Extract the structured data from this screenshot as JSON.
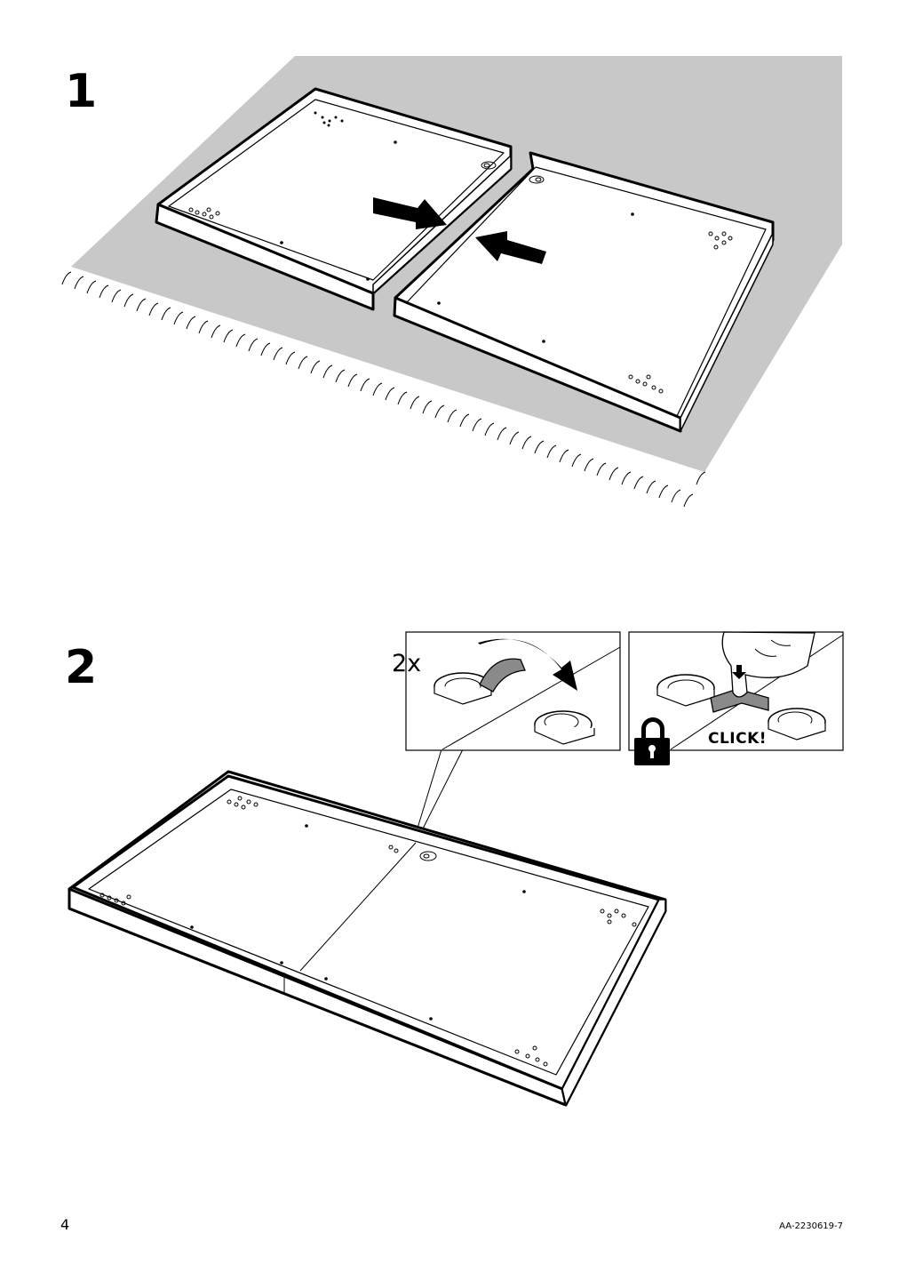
{
  "steps": [
    {
      "number": "1"
    },
    {
      "number": "2",
      "quantity": "2x",
      "sound_label": "CLICK!"
    }
  ],
  "footer": {
    "page_number": "4",
    "document_code": "AA-2230619-7"
  },
  "icons": [
    "arrow-right-icon",
    "arrow-left-icon",
    "rotate-arrow-icon",
    "lock-icon",
    "press-down-arrow-icon"
  ],
  "colors": {
    "rug": "#c8c8c8",
    "line": "#000000",
    "panel": "#ffffff",
    "clip": "#8a8a8a"
  }
}
